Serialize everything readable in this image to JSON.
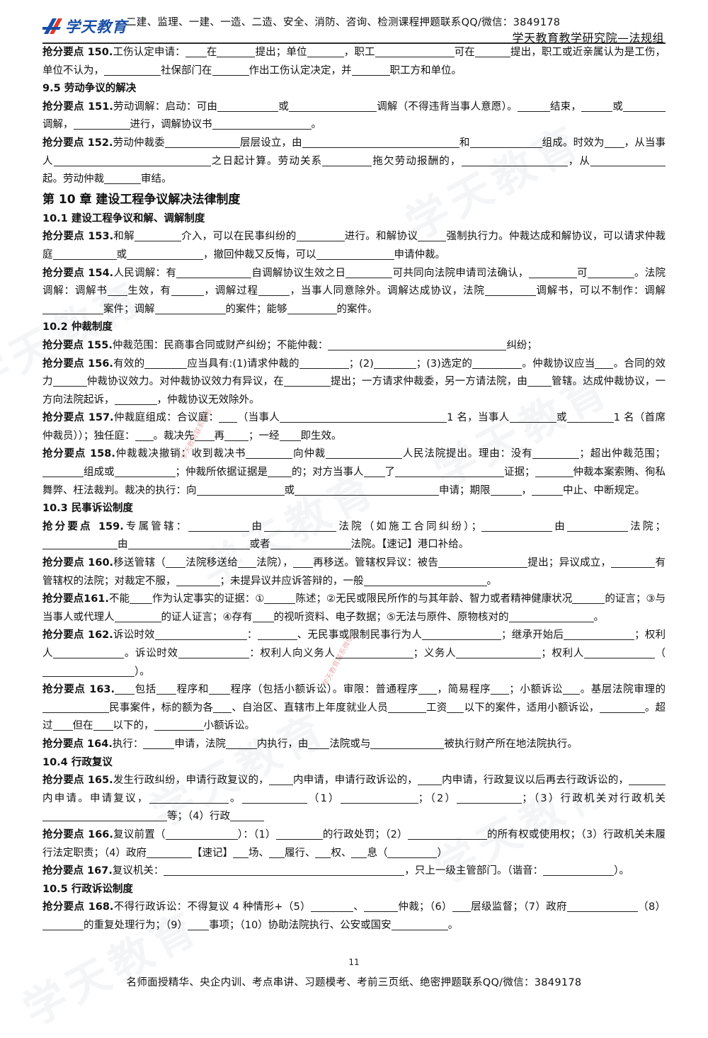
{
  "header": {
    "logo_text": "学天教育",
    "top_line": "二建、监理、一建、一造、二造、安全、消防、咨询、检测课程押题联系QQ/微信：3849178",
    "sub_line": "学天教育教学研究院—法规组"
  },
  "footer": {
    "page_number": "11",
    "text": "名师面授精华、央企内训、考点串讲、习题模考、考前三页纸、绝密押题联系QQ/微信：3849178"
  },
  "watermark": {
    "text": "学天教育",
    "stamp": "学天教育联系微信"
  },
  "content": {
    "p150": {
      "label": "抢分要点 150.",
      "t1": "工伤认定申请：",
      "t2": "在",
      "t3": "提出；单位",
      "t4": "，职工",
      "t5": "可在",
      "t6": "提出，职工或近亲属认为是工伤，单位不认为，",
      "t7": "社保部门在",
      "t8": "作出工伤认定决定，并",
      "t9": "职工方和单位。"
    },
    "s95": "9.5 劳动争议的解决",
    "p151": {
      "label": "抢分要点 151.",
      "t1": "劳动调解：启动：可由",
      "t2": "或",
      "t3": "调解（不得违背当事人意愿）。",
      "t4": "结束，",
      "t5": "或",
      "t6": "调解，",
      "t7": "进行，调解协议书",
      "t8": "。"
    },
    "p152": {
      "label": "抢分要点 152.",
      "t1": "劳动仲裁委",
      "t2": "层层设立，由",
      "t3": "和",
      "t4": "组成。时效为",
      "t5": "，从当事人",
      "t6": "之日起计算。劳动关系",
      "t7": "拖欠劳动报酬的，",
      "t8": "，从",
      "t9": "起。劳动仲裁",
      "t10": "审结。"
    },
    "ch10": "第 10 章 建设工程争议解决法律制度",
    "s101": "10.1 建设工程争议和解、调解制度",
    "p153": {
      "label": "抢分要点 153.",
      "t1": "和解",
      "t2": "介入，可以在民事纠纷的",
      "t3": "进行。和解协议",
      "t4": "强制执行力。仲裁达成和解协议，可以请求仲裁庭",
      "t5": "或",
      "t6": "，撤回仲裁又反悔，可以",
      "t7": "申请仲裁。"
    },
    "p154": {
      "label": "抢分要点 154.",
      "t1": "人民调解：有",
      "t2": "自调解协议生效之日",
      "t3": "可共同向法院申请司法确认，",
      "t4": "可",
      "t5": "。法院调解：调解书",
      "t6": "生效，有",
      "t7": "，调解过程",
      "t8": "，当事人同意除外。调解达成协议，法院",
      "t9": "调解书，可以不制作：调解",
      "t10": "案件；调解",
      "t11": "的案件；能够",
      "t12": "的案件。"
    },
    "s102": "10.2 仲裁制度",
    "p155": {
      "label": "抢分要点 155.",
      "t1": "仲裁范围：民商事合同或财产纠纷；不能仲裁：",
      "t2": "纠纷；"
    },
    "p156": {
      "label": "抢分要点 156.",
      "t1": "有效的",
      "t2": "应当具有:(1)请求仲裁的",
      "t3": "；(2)",
      "t4": "；(3)选定的",
      "t5": "。仲裁协议应当",
      "t6": "。合同的效力",
      "t7": "仲裁协议效力。对仲裁协议效力有异议，在",
      "t8": "提出；一方请求仲裁委，另一方请法院，由",
      "t9": "管辖。达成仲裁协议，一方向法院起诉，",
      "t10": "，仲裁协议无效除外。"
    },
    "p157": {
      "label": "抢分要点 157.",
      "t1": "仲裁庭组成：合议庭：",
      "t2": "（当事人",
      "t3": "1 名，当事人",
      "t4": "或",
      "t5": "1 名（首席仲裁员））；独任庭：",
      "t6": "。裁决先",
      "t7": "再",
      "t8": "；一经",
      "t9": "即生效。"
    },
    "p158": {
      "label": "抢分要点 158.",
      "t1": "仲裁裁决撤销：收到裁决书",
      "t2": "向仲裁",
      "t3": "人民法院提出。理由：没有",
      "t4": "；超出仲裁范围；",
      "t5": "组成或",
      "t6": "；仲裁所依据证据是",
      "t7": "的；对方当事人",
      "t8": "了",
      "t9": "证据；",
      "t10": "仲裁本案索贿、徇私舞弊、枉法裁判。裁决的执行：向",
      "t11": "或",
      "t12": "申请；期限",
      "t13": "，",
      "t14": "中止、中断规定。"
    },
    "s103": "10.3 民事诉讼制度",
    "p159": {
      "label": "抢分要点 159.",
      "t1": "专属管辖：",
      "t2": "由",
      "t3": "法院（如施工合同纠纷）；",
      "t4": "由",
      "t5": "法院；",
      "t6": "由",
      "t7": "或者",
      "t8": "法院。【速记】港口补给。"
    },
    "p160": {
      "label": "抢分要点 160.",
      "t1": "移送管辖（",
      "t2": "法院移送给",
      "t3": "法院），",
      "t4": "再移送。管辖权异议：被告",
      "t5": "提出；异议成立，",
      "t6": "有管辖权的法院；对裁定不服，",
      "t7": "；未提异议并应诉答辩的，一般",
      "t8": "。"
    },
    "p161": {
      "label": "抢分要点161.",
      "t1": "不能",
      "t2": "作为认定事实的证据：①",
      "t3": "陈述；②无民或限民所作的与其年龄、智力或者精神健康状况",
      "t4": "的证言；③与当事人或代理人",
      "t5": "的证人证言；④存有",
      "t6": "的视听资料、电子数据；⑤无法与原件、原物核对的",
      "t7": "。"
    },
    "p162": {
      "label": "抢分要点 162.",
      "t1": "诉讼时效",
      "t2": "：",
      "t3": "、无民事或限制民事行为人",
      "t4": "；继承开始后",
      "t5": "；权利人",
      "t6": "。诉讼时效",
      "t7": "：权利人向义务人",
      "t8": "；义务人",
      "t9": "；权利人",
      "t10": "（",
      "t11": "）。"
    },
    "p163": {
      "label": "抢分要点 163.",
      "t1": "包括",
      "t2": "程序和",
      "t3": "程序（包括小额诉讼）。审限：普通程序",
      "t4": "，简易程序",
      "t5": "；小额诉讼",
      "t6": "。基层法院审理的",
      "t7": "民事案件，标的额为各",
      "t8": "、自治区、直辖市上年度就业人员",
      "t9": "工资",
      "t10": "以下的案件，适用小额诉讼，",
      "t11": "。超过",
      "t12": "但在",
      "t13": "以下的，",
      "t14": "小额诉讼。"
    },
    "p164": {
      "label": "抢分要点 164.",
      "t1": "执行：",
      "t2": "申请，法院",
      "t3": "内执行，由",
      "t4": "法院或与",
      "t5": "被执行财产所在地法院执行。"
    },
    "s104": "10.4 行政复议",
    "p165": {
      "label": "抢分要点 165.",
      "t1": "发生行政纠纷，申请行政复议的，",
      "t2": "内申请，申请行政诉讼的，",
      "t3": "内申请，行政复议以后再去行政诉讼的，",
      "t4": "内申请。申请复议，",
      "t5": "。",
      "t6": "（1）",
      "t7": "；（2）",
      "t8": "；（3）行政机关对行政机关",
      "t9": "等；（4）行政",
      "t10": ""
    },
    "p166": {
      "label": "抢分要点 166.",
      "t1": "复议前置（",
      "t2": "）：（1）",
      "t3": "的行政处罚；（2）",
      "t4": "的所有权或使用权；（3）行政机关未履行法定职责；（4）政府",
      "t5": "【速记】",
      "t6": "场、",
      "t7": "履行、",
      "t8": "权、",
      "t9": "息（",
      "t10": "）"
    },
    "p167": {
      "label": "抢分要点 167.",
      "t1": "复议机关：",
      "t2": "，只上一级主管部门。（谐音：",
      "t3": "）。"
    },
    "s105": "10.5 行政诉讼制度",
    "p168": {
      "label": "抢分要点 168.",
      "t1": "不得行政诉讼：不得复议 4 种情形+（5）",
      "t2": "、",
      "t3": "仲裁；（6）",
      "t4": "层级监督；（7）政府",
      "t5": "（8）",
      "t6": "的重复处理行为；（9）",
      "t7": "事项；（10）协助法院执行、公安或国安",
      "t8": "。"
    }
  }
}
